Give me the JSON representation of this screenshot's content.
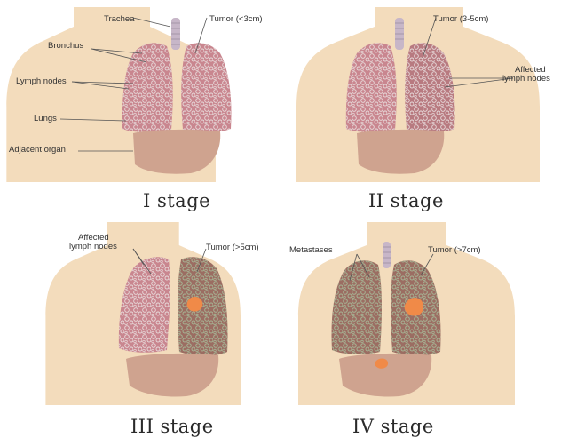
{
  "panels": [
    {
      "stage_label": "I stage",
      "labels": {
        "trachea": "Trachea",
        "tumor": "Tumor (<3cm)",
        "bronchus": "Bronchus",
        "lymph_nodes": "Lymph nodes",
        "lungs": "Lungs",
        "adjacent_organ": "Adjacent organ"
      }
    },
    {
      "stage_label": "II stage",
      "labels": {
        "tumor": "Tumor (3-5cm)",
        "affected_lymph_nodes_line1": "Affected",
        "affected_lymph_nodes_line2": "lymph nodes"
      }
    },
    {
      "stage_label": "III stage",
      "labels": {
        "affected_lymph_nodes_line1": "Affected",
        "affected_lymph_nodes_line2": "lymph nodes",
        "tumor": "Tumor (>5cm)"
      }
    },
    {
      "stage_label": "IV stage",
      "labels": {
        "metastases": "Metastases",
        "tumor": "Tumor (>7cm)"
      }
    }
  ],
  "colors": {
    "skin": "#f3dcbc",
    "lung_healthy": "#c9868f",
    "lung_affected": "#9b6d62",
    "lymph": "#d9cfcf",
    "lymph_green": "#9aa98a",
    "liver": "#cfa38f",
    "trachea": "#c7b6c8",
    "tumor": "#f08a48"
  }
}
